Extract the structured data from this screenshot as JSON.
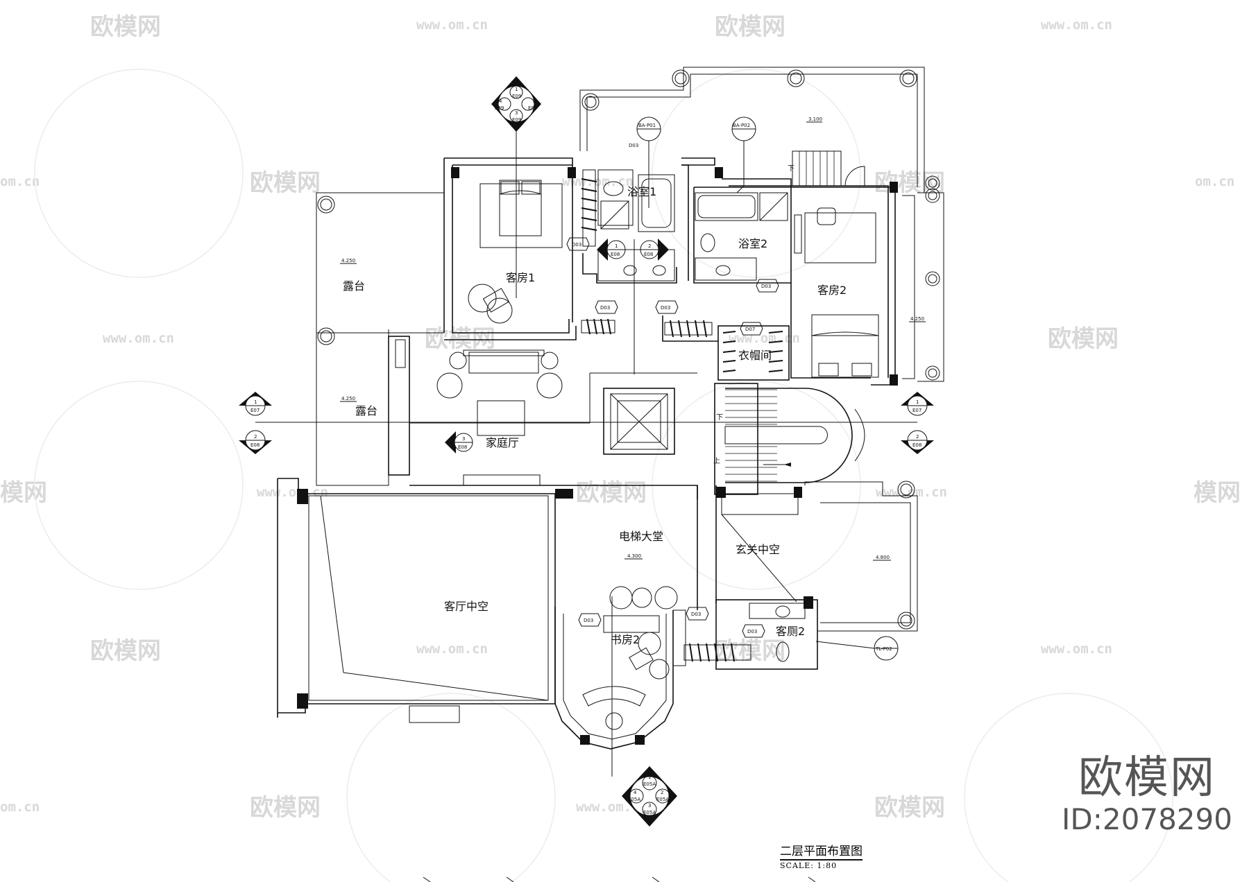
{
  "drawing": {
    "title": "二层平面布置图",
    "scale": "SCALE: 1:80"
  },
  "brand": {
    "name": "欧模网",
    "id": "ID:2078290"
  },
  "watermark": {
    "logo_text": "欧模网",
    "url": "www.om.cn",
    "url_short": "om.cn",
    "logo_short": "模网"
  },
  "rooms": {
    "guest_room_1": "客房1",
    "bathroom_1": "浴室1",
    "bathroom_2": "浴室2",
    "guest_room_2": "客房2",
    "terrace_upper": "露台",
    "terrace_lower": "露台",
    "family_hall": "家庭厅",
    "wardrobe": "衣帽间",
    "elevator_lobby": "电梯大堂",
    "foyer_void": "玄关中空",
    "living_void": "客厅中空",
    "study_2": "书房2",
    "guest_wc_2": "客厕2"
  },
  "stairs": {
    "down_main": "下",
    "up_main": "上",
    "down_top": "下"
  },
  "elevations": {
    "top_deck": "3.100",
    "terrace_upper": "4.250",
    "terrace_lower": "4.250",
    "right_balcony": "4.250",
    "lobby": "4.300",
    "right_lower": "4.800"
  },
  "door_tags": [
    "D03",
    "D03",
    "D03",
    "D03",
    "D03",
    "D03",
    "D07",
    "D03",
    "D03"
  ],
  "pointers": {
    "ba_p01": "BA-P01",
    "ba_p02": "BA-P02",
    "tl_p02": "TL-P02"
  },
  "symbols": {
    "top_elev": {
      "n1": "1",
      "n2": "2",
      "n3": "3",
      "n4": "4",
      "sheet": "E09"
    },
    "bottom_elev": {
      "n1": "1",
      "n2": "2",
      "n3": "3",
      "n4": "4",
      "sheet": "E05A"
    },
    "left_sec_1": {
      "n": "1",
      "sheet": "E07"
    },
    "left_sec_2": {
      "n": "2",
      "sheet": "E08"
    },
    "right_sec_1": {
      "n": "1",
      "sheet": "E07"
    },
    "right_sec_2": {
      "n": "2",
      "sheet": "E08"
    },
    "bath_elev_1": {
      "n": "1",
      "sheet": "E08"
    },
    "bath_elev_2": {
      "n": "2",
      "sheet": "E08"
    },
    "family_elev_3": {
      "n": "3",
      "sheet": "E08"
    }
  }
}
